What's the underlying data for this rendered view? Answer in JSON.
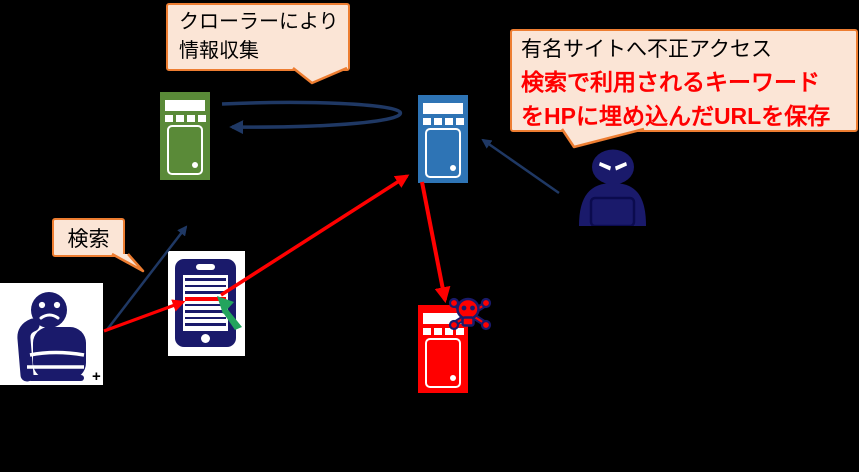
{
  "diagram": {
    "background": "#000000",
    "callouts": {
      "crawler": {
        "line1": "クローラーにより",
        "line2": "情報収集"
      },
      "attacker_note": {
        "line1": "有名サイトへ不正アクセス",
        "line2": "検索で利用されるキーワード",
        "line3": "をHPに埋め込んだURLを保存"
      },
      "search": {
        "label": "検索"
      }
    },
    "nodes": {
      "crawler_server": {
        "icon": "server-icon",
        "color": "#5A8A38"
      },
      "famous_site_server": {
        "icon": "server-icon",
        "color": "#2E74B5"
      },
      "malicious_server": {
        "icon": "server-icon",
        "color": "#FF0000"
      },
      "attacker": {
        "icon": "hacker-person-icon",
        "color": "#1A1A6B"
      },
      "user": {
        "icon": "worried-person-icon",
        "color": "#1A1A6B",
        "plus_mark": "+"
      },
      "smartphone": {
        "icon": "smartphone-icon",
        "color": "#1A1A6B"
      },
      "malware": {
        "icon": "skull-crossbones-icon"
      },
      "cursor": {
        "icon": "cursor-arrow-icon",
        "color": "#23A45D"
      }
    },
    "arrows": {
      "crawler_roundtrip": {
        "from": "famous_site_server",
        "to": "crawler_server",
        "color": "#1F3864",
        "shape": "loop"
      },
      "user_search": {
        "from": "user",
        "to": "crawler_server",
        "color": "#1F3864"
      },
      "attacker_access": {
        "from": "attacker",
        "to": "famous_site_server",
        "color": "#1F3864"
      },
      "user_click": {
        "from": "user",
        "to": "smartphone",
        "color": "#FF0000"
      },
      "redirect_to_site": {
        "from": "smartphone",
        "to": "famous_site_server",
        "color": "#FF0000"
      },
      "redirect_to_malicious": {
        "from": "famous_site_server",
        "to": "malicious_server",
        "color": "#FF0000"
      }
    },
    "colors": {
      "callout_fill": "#FBE5D6",
      "callout_border": "#ED7D31",
      "arrow_navy": "#1F3864",
      "arrow_red": "#FF0000",
      "emphasis_text": "#FF0000"
    }
  }
}
